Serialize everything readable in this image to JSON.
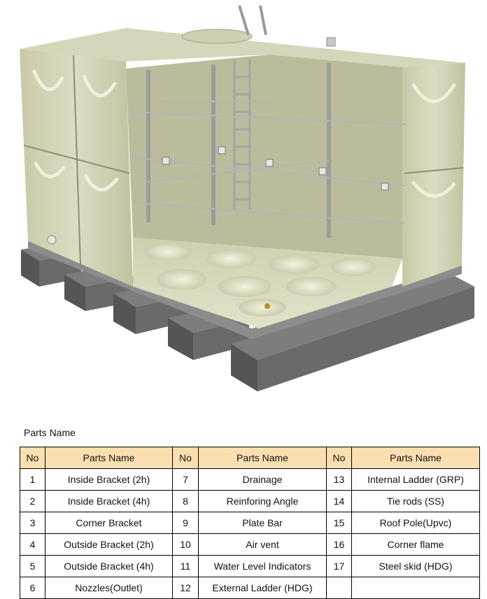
{
  "caption": "Parts Name",
  "table": {
    "headers": [
      "No",
      "Parts Name",
      "No",
      "Parts Name",
      "No",
      "Parts Name"
    ],
    "rows": [
      [
        "1",
        "Inside Bracket (2h)",
        "7",
        "Drainage",
        "13",
        "Internal Ladder (GRP)"
      ],
      [
        "2",
        "Inside Bracket (4h)",
        "8",
        "Reinforing Angle",
        "14",
        "Tie rods (SS)"
      ],
      [
        "3",
        "Corner Bracket",
        "9",
        "Plate Bar",
        "15",
        "Roof Pole(Upvc)"
      ],
      [
        "4",
        "Outside Bracket (2h)",
        "10",
        "Air vent",
        "16",
        "Corner flame"
      ],
      [
        "5",
        "Outside Bracket (4h)",
        "11",
        "Water Level Indicators",
        "17",
        "Steel skid (HDG)"
      ],
      [
        "6",
        "Nozzles(Outlet)",
        "12",
        "External Ladder (HDG)",
        "",
        ""
      ]
    ]
  },
  "colors": {
    "header_bg": "#fbdfb0",
    "panel": "#d2d2b4",
    "skid": "#595959"
  }
}
